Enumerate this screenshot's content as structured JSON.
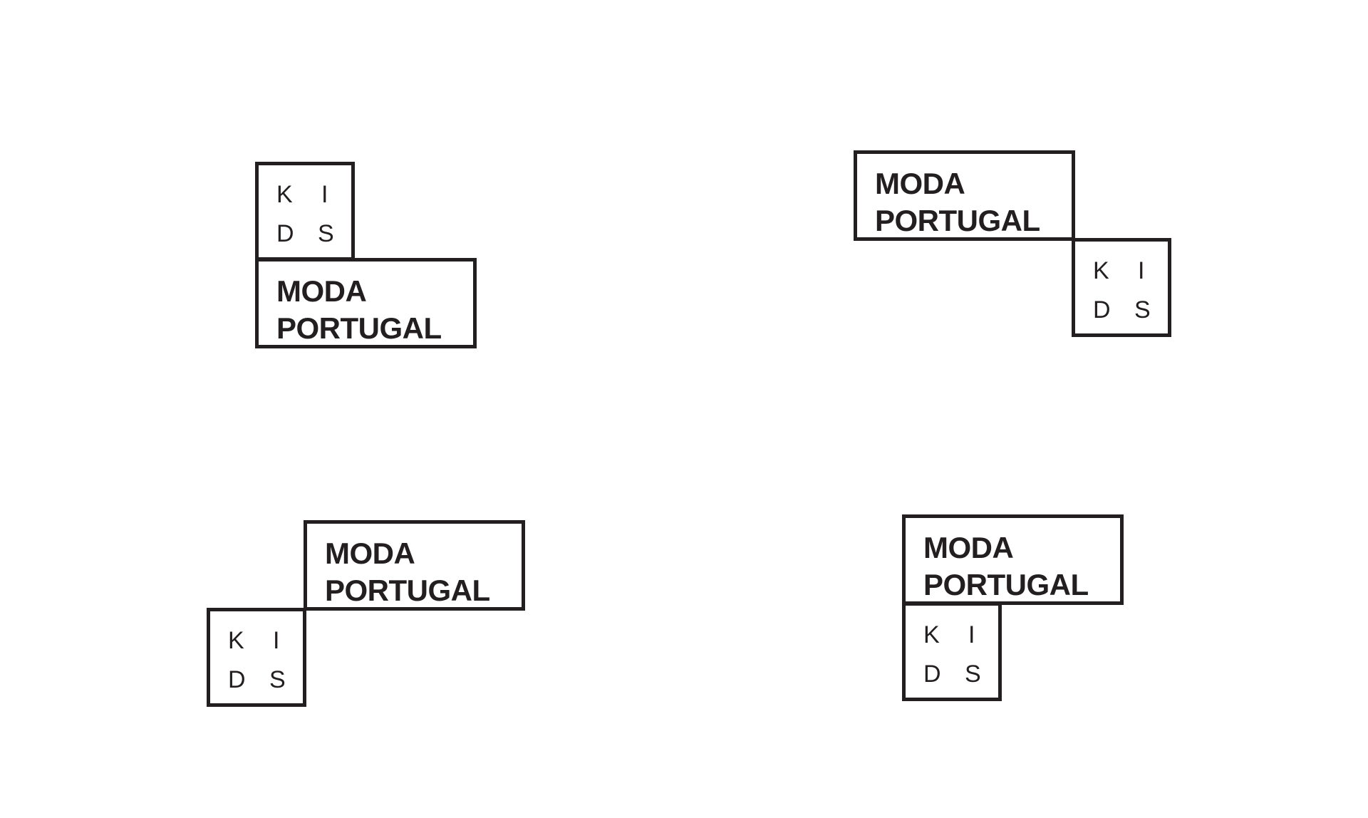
{
  "logo": {
    "kids_letters": [
      "K",
      "I",
      "D",
      "S"
    ],
    "line1": "MODA",
    "line2": "PORTUGAL",
    "ink_color": "#231f20",
    "background_color": "#ffffff"
  },
  "variants": [
    {
      "label": "kids-above-left"
    },
    {
      "label": "kids-below-right"
    },
    {
      "label": "kids-below-left"
    },
    {
      "label": "kids-below-left-aligned"
    }
  ]
}
